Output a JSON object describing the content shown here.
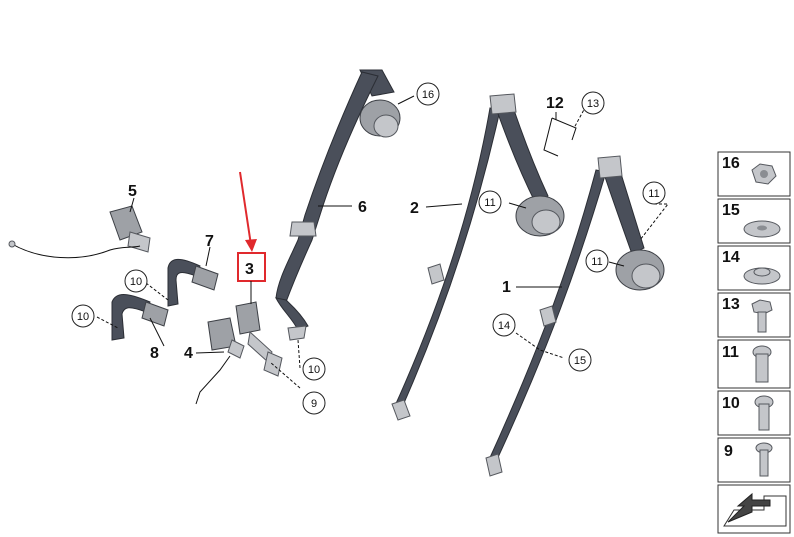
{
  "callouts": {
    "n1": "1",
    "n2": "2",
    "n3": "3",
    "n4": "4",
    "n5": "5",
    "n6": "6",
    "n7": "7",
    "n8": "8",
    "n12": "12"
  },
  "circle_labels": {
    "c16": "16",
    "c13": "13",
    "c11_left": "11",
    "c11_right_top": "11",
    "c11_right": "11",
    "c10_a": "10",
    "c10_b": "10",
    "c10_c": "10",
    "c9": "9",
    "c14": "14",
    "c15": "15"
  },
  "legend": [
    {
      "num": "16",
      "icon": "hex-nut-icon"
    },
    {
      "num": "15",
      "icon": "washer-icon"
    },
    {
      "num": "14",
      "icon": "ribbed-washer-icon"
    },
    {
      "num": "13",
      "icon": "hex-collar-bolt-icon"
    },
    {
      "num": "11",
      "icon": "torx-bolt-icon"
    },
    {
      "num": "10",
      "icon": "torx-bolt-short-icon"
    },
    {
      "num": "9",
      "icon": "torx-bolt-small-icon"
    }
  ],
  "colors": {
    "highlight": "#e0292d",
    "belt": "#4a4f5a",
    "metal": "#c4c6ca"
  }
}
